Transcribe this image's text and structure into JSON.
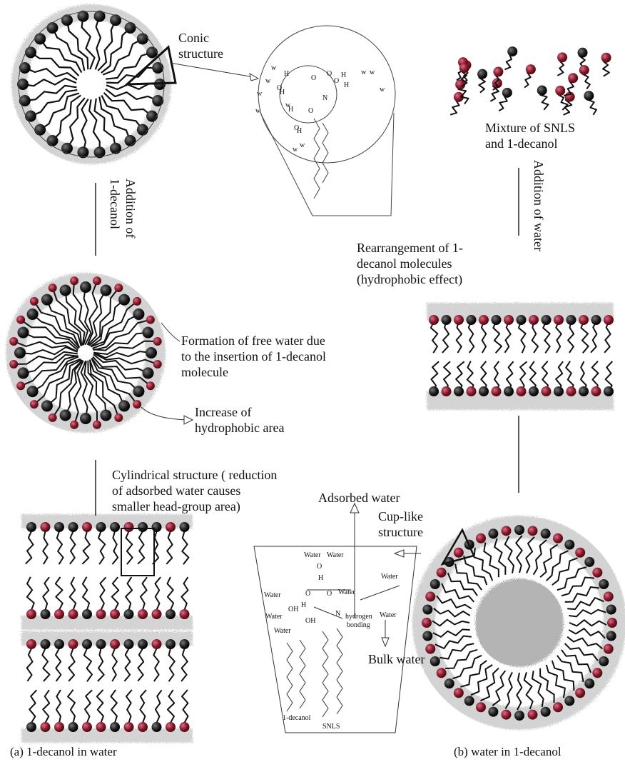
{
  "colors": {
    "head_dark": "#1a1a1a",
    "head_red": "#8b1a2b",
    "water_halo": "#c8c8c8",
    "core": "#b4b4b4",
    "line": "#222222"
  },
  "labels": {
    "conic": "Conic\nstructure",
    "addition_decanol": "Addition of\n1-decanol",
    "mixture": "Mixture of SNLS\nand 1-decanol",
    "addition_water": "Addition of water",
    "rearrangement": "Rearrangement of 1-\ndecanol molecules\n(hydrophobic effect)",
    "free_water": "Formation of free water due\nto the insertion of 1-decanol\nmolecule",
    "hydrophobic": "Increase of\nhydrophobic area",
    "cylindrical": "Cylindrical structure ( reduction\nof adsorbed water causes\nsmaller head-group area)",
    "adsorbed_water": "Adsorbed water",
    "cup_like": "Cup-like\nstructure",
    "bulk_water": "Bulk water",
    "caption_a": "(a) 1-decanol in water",
    "caption_b": "(b) water in 1-decanol"
  },
  "cone_detail": {
    "w": "w",
    "h": "H",
    "o": "O",
    "n": "N"
  },
  "cup_detail": {
    "water": "Water",
    "oh": "OH",
    "h": "H",
    "o": "O",
    "n": "N",
    "hydrogen_bonding": "hydrogen\nbonding",
    "decanol": "1-decanol",
    "snls": "SNLS"
  }
}
